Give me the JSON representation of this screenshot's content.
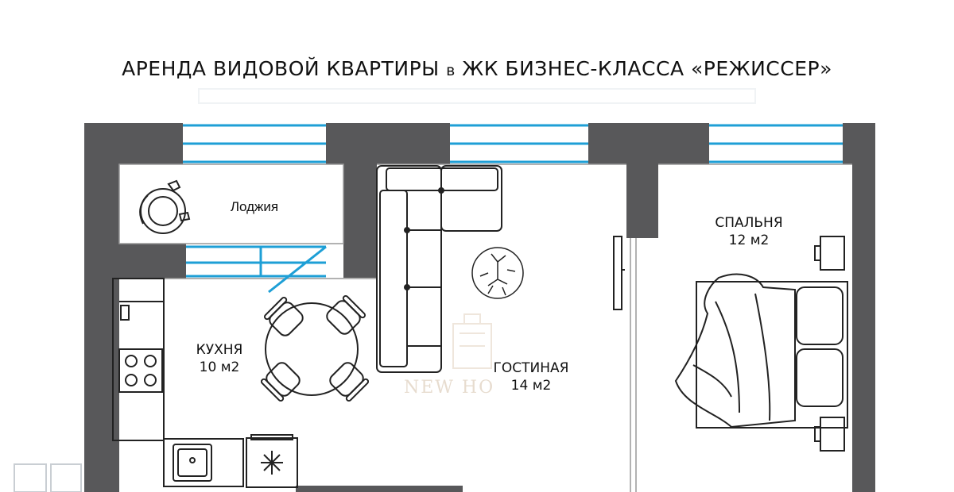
{
  "title": {
    "part1": "АРЕНДА ВИДОВОЙ КВАРТИРЫ ",
    "part2": "в",
    "part3": " ЖК БИЗНЕС-КЛАССА «РЕЖИССЕР»"
  },
  "rooms": {
    "loggia": {
      "name": "Лоджия"
    },
    "kitchen": {
      "name": "КУХНЯ",
      "area": "10 м2"
    },
    "living": {
      "name": "ГОСТИНАЯ",
      "area": "14 м2"
    },
    "bedroom": {
      "name": "СПАЛЬНЯ",
      "area": "12 м2"
    }
  },
  "watermark": "NEW HO",
  "colors": {
    "wall": "#58585a",
    "window": "#1e9fd6",
    "line": "#222222"
  }
}
